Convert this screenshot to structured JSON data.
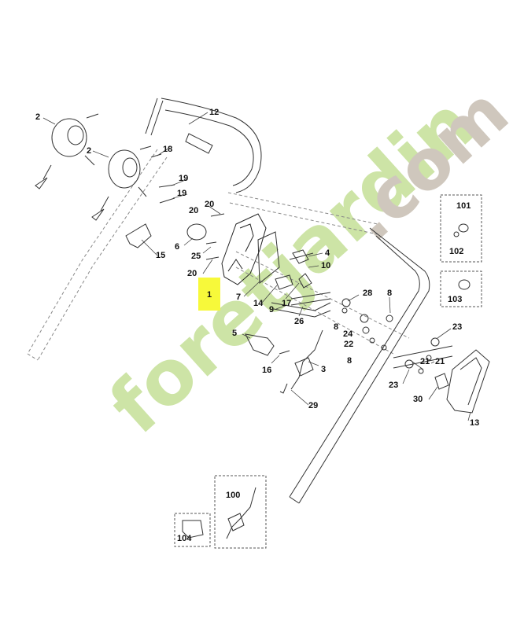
{
  "watermark": {
    "brand": "foretjardin",
    "domain": ".com"
  },
  "highlight_color": "#f7f93a",
  "highlighted_part": "1",
  "labels": {
    "l1": "1",
    "l2a": "2",
    "l2b": "2",
    "l3": "3",
    "l4": "4",
    "l5": "5",
    "l6": "6",
    "l7": "7",
    "l8a": "8",
    "l8b": "8",
    "l8c": "8",
    "l9": "9",
    "l10": "10",
    "l12": "12",
    "l13": "13",
    "l14": "14",
    "l15": "15",
    "l16": "16",
    "l17": "17",
    "l18": "18",
    "l19a": "19",
    "l19b": "19",
    "l20a": "20",
    "l20b": "20",
    "l20c": "20",
    "l21a": "21",
    "l21b": "21",
    "l22": "22",
    "l23a": "23",
    "l23b": "23",
    "l24": "24",
    "l25": "25",
    "l26": "26",
    "l28": "28",
    "l29": "29",
    "l30": "30",
    "l100": "100",
    "l101": "101",
    "l102": "102",
    "l103": "103",
    "l104": "104"
  }
}
